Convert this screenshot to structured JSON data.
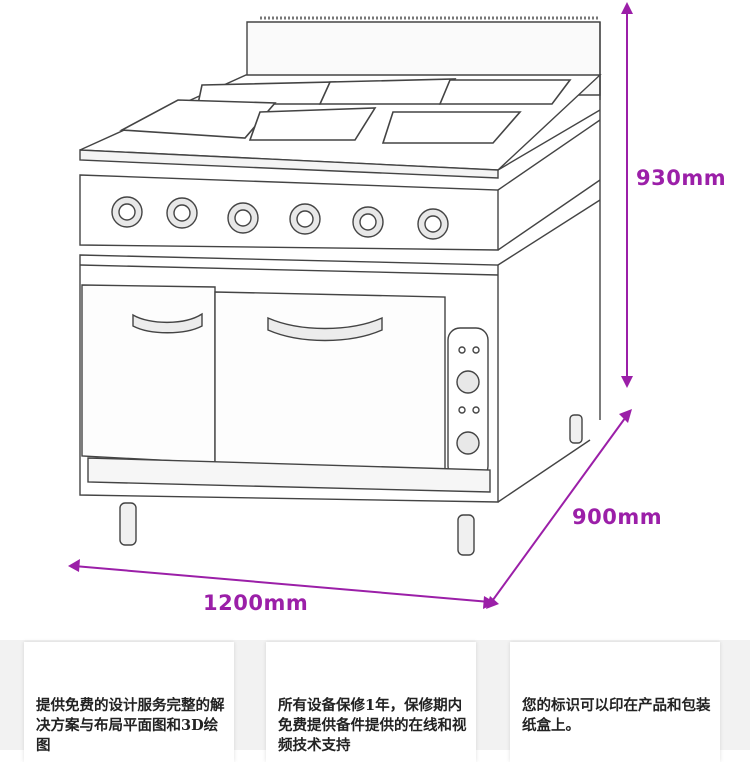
{
  "dimensions": {
    "height": "930mm",
    "depth": "900mm",
    "width": "1200mm"
  },
  "colors": {
    "dimension_accent": "#9b1fa8",
    "outline": "#444444",
    "card_background": "#ffffff",
    "footer_background": "#f2f2f2"
  },
  "product": {
    "image": "six-hot-plate-range-with-oven-line-drawing"
  },
  "cards": [
    {
      "text": "提供免费的设计服务完整的解决方案与布局平面图和3D绘图"
    },
    {
      "text": "所有设备保修1年，保修期内免费提供备件提供的在线和视频技术支持"
    },
    {
      "text": "您的标识可以印在产品和包装纸盒上。"
    }
  ]
}
